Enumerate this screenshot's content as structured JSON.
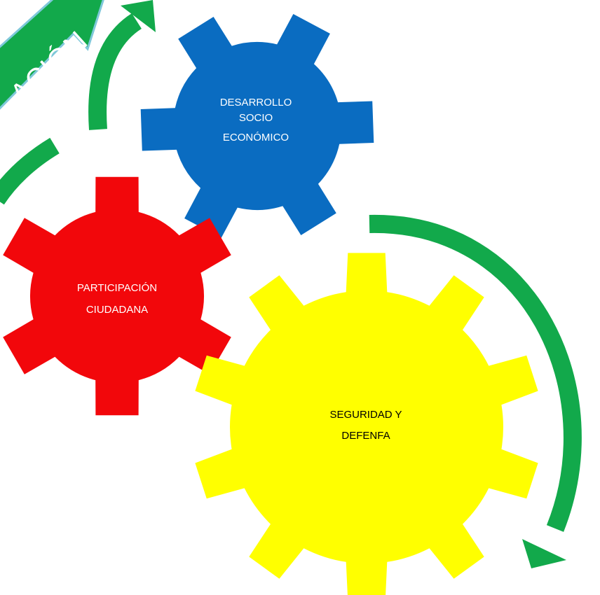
{
  "colors": {
    "arrow": "#12a94b",
    "banner_outline": "#7fc8da",
    "gear_blue": "#0a6cc1",
    "gear_red": "#f2070b",
    "gear_yellow": "#ffff00",
    "label_light": "#ffffff",
    "label_dark": "#000000"
  },
  "banner": {
    "text": "ACIÓN"
  },
  "gears": {
    "desarrollo": {
      "line1": "DESARROLLO",
      "line2": "SOCIO",
      "line3": "ECONÓMICO"
    },
    "participacion": {
      "line1": "PARTICIPACIÓN",
      "line2": "CIUDADANA"
    },
    "seguridad": {
      "line1": "SEGURIDAD Y",
      "line2": "DEFENFA"
    }
  }
}
